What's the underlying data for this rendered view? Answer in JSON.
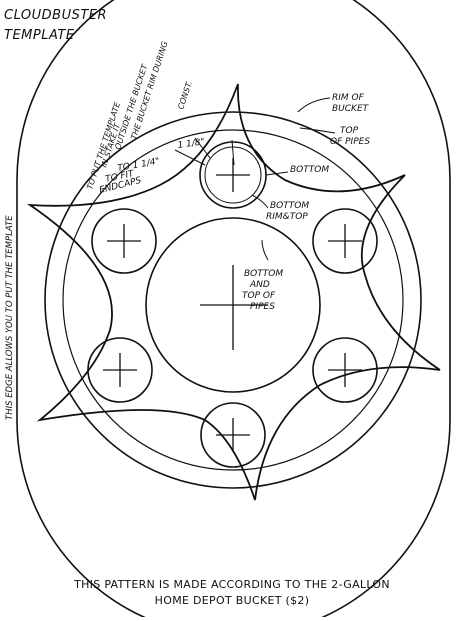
{
  "title": {
    "line1": "CLOUDBUSTER",
    "line2": "TEMPLATE"
  },
  "labels": {
    "rim_of_bucket_1": "RIM OF",
    "rim_of_bucket_2": "BUCKET",
    "top_of_pipes_1": "TOP",
    "top_of_pipes_2": "OF PIPES",
    "dim_1": "1 1/8\"",
    "dim_2": "TO 1 1/4\"",
    "dim_3": "TO FIT",
    "dim_4": "ENDCAPS",
    "bottom": "BOTTOM",
    "bottom_rim_top_1": "BOTTOM",
    "bottom_rim_top_2": "RIM&TOP",
    "center_1": "BOTTOM",
    "center_2": "AND",
    "center_3": "TOP OF",
    "center_4": "PIPES",
    "stake_1": "TO PUT THE TEMPLATE",
    "stake_2": "IN STAKE IT",
    "stake_3": "OUTSIDE THE BUCKET",
    "stake_4": "THE BUCKET RIM DURING",
    "stake_5": "CONST.",
    "edge_note": "THIS EDGE ALLOWS YOU TO PUT THE TEMPLATE"
  },
  "footer": {
    "line1": "THIS PATTERN IS MADE ACCORDING TO THE 2-GALLON",
    "line2": "HOME DEPOT BUCKET ($2)"
  }
}
